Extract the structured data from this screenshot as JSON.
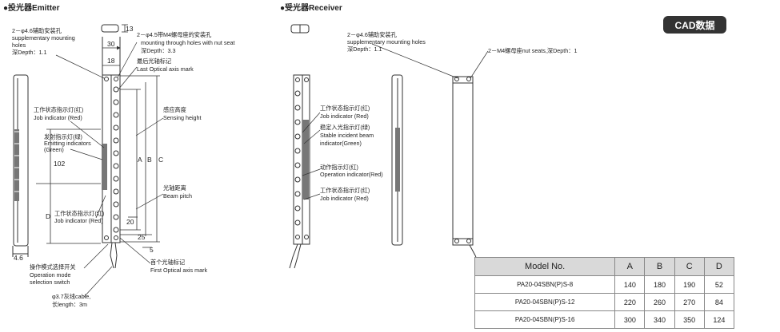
{
  "emitter": {
    "title": "●投光器Emitter",
    "notes": {
      "hole_cn": "2－φ4.6辅助安装孔",
      "hole_en": "supplementary mounting",
      "hole_en2": "holes",
      "hole_depth": "深Depth：1.1",
      "nut_cn": "2－φ4.5带M4螺母座的安装孔",
      "nut_en": "mounting through holes with nut seat",
      "nut_depth": "深Depth：3.3",
      "last_axis_cn": "最后光轴标记",
      "last_axis_en": "Last Optical axis mark",
      "job_cn": "工作状态指示灯(红)",
      "job_en": "Job indicator (Red)",
      "emit_cn": "发射指示灯(绿)",
      "emit_en": "Emitting indicators",
      "emit_en2": "(Green)",
      "job2_cn": "工作状态指示灯(红)",
      "job2_en": "Job indicator (Red)",
      "sensing_cn": "感应高度",
      "sensing_en": "Sensing height",
      "pitch_cn": "光轴距离",
      "pitch_en": "Beam pitch",
      "first_axis_cn": "首个光轴标记",
      "first_axis_en": "First Optical axis mark",
      "mode_cn": "操作模式选择开关",
      "mode_en": "Operation mode",
      "mode_en2": "selection switch",
      "cable_1": "φ3.7灰线cable,",
      "cable_2": "长length：3m"
    },
    "dims": {
      "d13": "13",
      "d30": "30",
      "d18": "18",
      "a": "A",
      "b": "B",
      "c": "C",
      "d": "D",
      "d102": "102",
      "d20": "20",
      "d25": "25",
      "d5": "5",
      "d46": "4.6"
    }
  },
  "receiver": {
    "title": "●受光器Receiver",
    "notes": {
      "hole_cn": "2－φ4.6辅助安装孔",
      "hole_en": "supplementary mounting holes",
      "hole_depth": "深Depth：1.1",
      "nut": "2－M4螺母座nut seats,深Depth：1",
      "job_cn": "工作状态指示灯(红)",
      "job_en": "Job indicator (Red)",
      "stable_cn": "稳定入光指示灯(绿)",
      "stable_en": "Stable incident beam",
      "stable_en2": "indicator(Green)",
      "op_cn": "动作指示灯(红)",
      "op_en": "Operation indicator(Red)",
      "job2_cn": "工作状态指示灯(红)",
      "job2_en": "Job indicator (Red)"
    }
  },
  "badge": {
    "cad": "CAD数据"
  },
  "table": {
    "headers": [
      "Model No.",
      "A",
      "B",
      "C",
      "D"
    ],
    "rows": [
      [
        "PA20-04SBN(P)S-8",
        "140",
        "180",
        "190",
        "52"
      ],
      [
        "PA20-04SBN(P)S-12",
        "220",
        "260",
        "270",
        "84"
      ],
      [
        "PA20-04SBN(P)S-16",
        "300",
        "340",
        "350",
        "124"
      ]
    ]
  },
  "colors": {
    "badge_bg": "#333333",
    "header_bg": "#d9d9d9",
    "line": "#333333"
  }
}
